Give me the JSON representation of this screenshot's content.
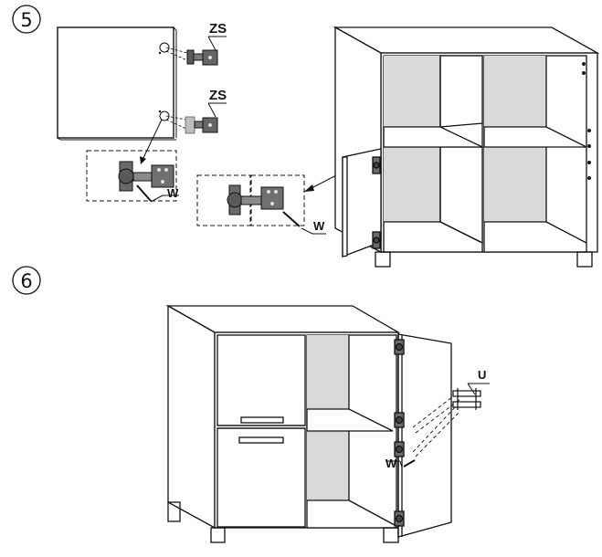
{
  "steps": [
    {
      "number": "5"
    },
    {
      "number": "6"
    }
  ],
  "labels": {
    "zs_top": "ZS",
    "zs_bottom": "ZS",
    "w_step5_left": "W",
    "w_step5_right": "W",
    "u_step6": "U",
    "w_step6": "W"
  },
  "colors": {
    "line": "#1a1a1a",
    "panel_gray": "#d9d9d9",
    "hinge_dark": "#5a5a5a",
    "hinge_mid": "#8a8a8a",
    "hinge_light": "#c8c8c8"
  }
}
